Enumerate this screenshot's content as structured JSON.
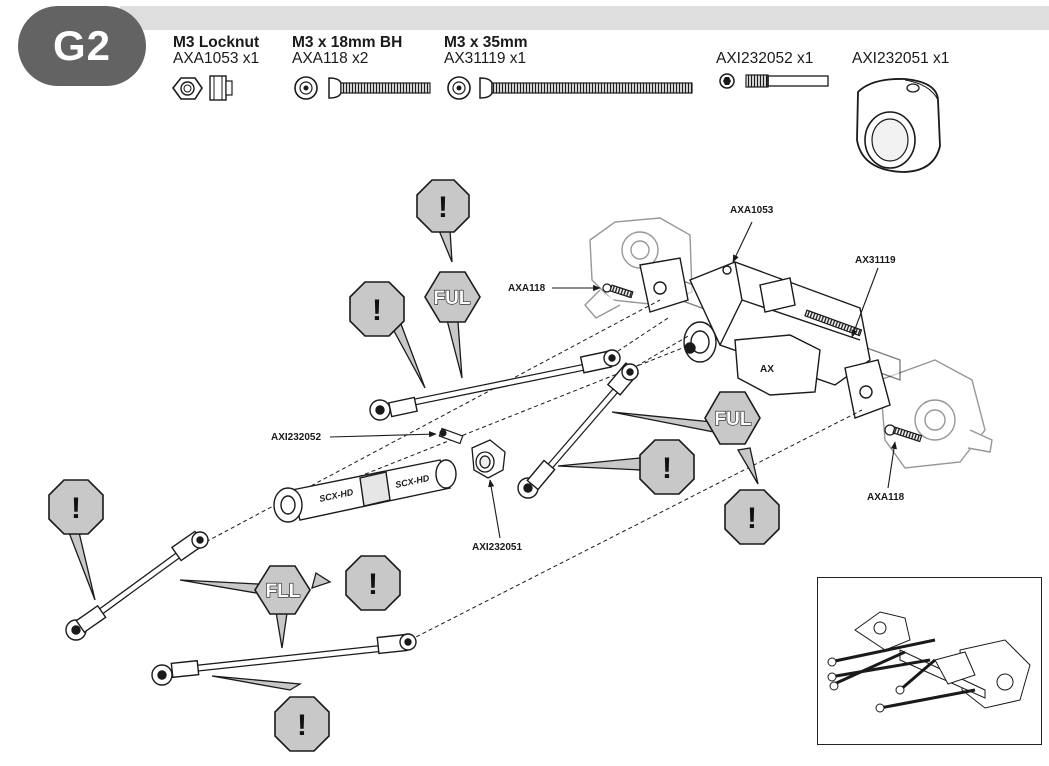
{
  "step": {
    "label": "G2"
  },
  "parts": [
    {
      "name": "M3 Locknut",
      "code": "AXA1053 x1",
      "icon": "locknut-icon"
    },
    {
      "name": "M3 x 18mm BH",
      "code": "AXA118 x2",
      "icon": "button-head-screw-18mm-icon"
    },
    {
      "name": "M3 x 35mm",
      "code": "AX31119 x1",
      "icon": "screw-35mm-icon"
    },
    {
      "name": "",
      "code": "AXI232052 x1",
      "icon": "set-screw-pin-icon"
    },
    {
      "name": "",
      "code": "AXI232051 x1",
      "icon": "driveshaft-collar-icon"
    }
  ],
  "callouts": {
    "axa1053": "AXA1053",
    "ax31119": "AX31119",
    "axa118_top": "AXA118",
    "axa118_bottom": "AXA118",
    "axi232052": "AXI232052",
    "axi232051": "AXI232051"
  },
  "links": {
    "ful_upper": "FUL",
    "ful_lower": "FUL",
    "fll": "FLL"
  },
  "warning_icon": {
    "symbol": "!",
    "icon": "warning-octagon-icon",
    "color": "#c8c8c8"
  },
  "colors": {
    "badge": "#636363",
    "header_bar": "#dedede",
    "link_badge": "#c8c8c8"
  }
}
